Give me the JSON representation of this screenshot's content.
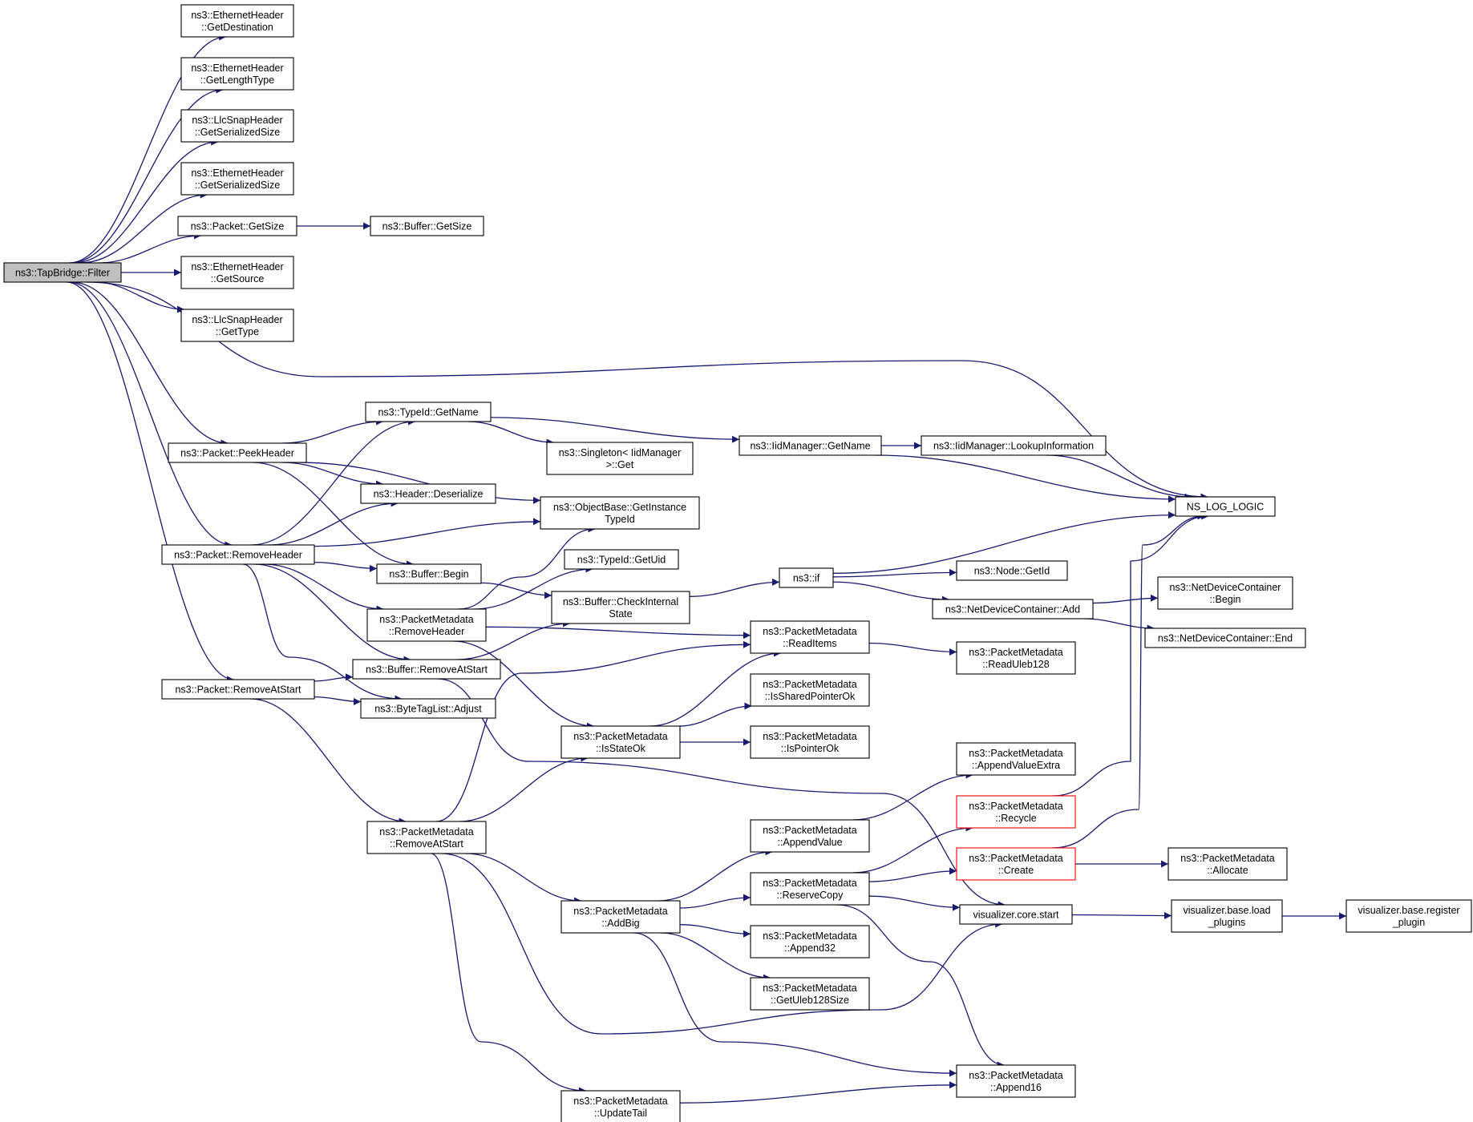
{
  "colors": {
    "edge": "#191970",
    "root_fill": "#bfbfbf",
    "node_border": "#000000",
    "truncated_border": "#ff0000"
  },
  "nodes": [
    {
      "id": "filter",
      "lines": [
        "ns3::TapBridge::Filter"
      ],
      "root": true
    },
    {
      "id": "eth_getdest",
      "lines": [
        "ns3::EthernetHeader",
        "::GetDestination"
      ]
    },
    {
      "id": "eth_getlen",
      "lines": [
        "ns3::EthernetHeader",
        "::GetLengthType"
      ]
    },
    {
      "id": "llc_getser",
      "lines": [
        "ns3::LlcSnapHeader",
        "::GetSerializedSize"
      ]
    },
    {
      "id": "eth_getser",
      "lines": [
        "ns3::EthernetHeader",
        "::GetSerializedSize"
      ]
    },
    {
      "id": "pkt_getsize",
      "lines": [
        "ns3::Packet::GetSize"
      ]
    },
    {
      "id": "buf_getsize",
      "lines": [
        "ns3::Buffer::GetSize"
      ]
    },
    {
      "id": "eth_getsrc",
      "lines": [
        "ns3::EthernetHeader",
        "::GetSource"
      ]
    },
    {
      "id": "llc_gettype",
      "lines": [
        "ns3::LlcSnapHeader",
        "::GetType"
      ]
    },
    {
      "id": "pkt_peek",
      "lines": [
        "ns3::Packet::PeekHeader"
      ]
    },
    {
      "id": "typeid_getname",
      "lines": [
        "ns3::TypeId::GetName"
      ]
    },
    {
      "id": "singleton_get",
      "lines": [
        "ns3::Singleton< IidManager",
        ">::Get"
      ]
    },
    {
      "id": "iid_getname",
      "lines": [
        "ns3::IidManager::GetName"
      ]
    },
    {
      "id": "iid_lookup",
      "lines": [
        "ns3::IidManager::LookupInformation"
      ]
    },
    {
      "id": "hdr_deser",
      "lines": [
        "ns3::Header::Deserialize"
      ]
    },
    {
      "id": "obj_getinst",
      "lines": [
        "ns3::ObjectBase::GetInstance",
        "TypeId"
      ]
    },
    {
      "id": "nslog",
      "lines": [
        "NS_LOG_LOGIC"
      ]
    },
    {
      "id": "pkt_remhdr",
      "lines": [
        "ns3::Packet::RemoveHeader"
      ]
    },
    {
      "id": "buf_begin",
      "lines": [
        "ns3::Buffer::Begin"
      ]
    },
    {
      "id": "typeid_getuid",
      "lines": [
        "ns3::TypeId::GetUid"
      ]
    },
    {
      "id": "ns3_if",
      "lines": [
        "ns3::if"
      ]
    },
    {
      "id": "node_getid",
      "lines": [
        "ns3::Node::GetId"
      ]
    },
    {
      "id": "pm_remhdr",
      "lines": [
        "ns3::PacketMetadata",
        "::RemoveHeader"
      ]
    },
    {
      "id": "buf_checkint",
      "lines": [
        "ns3::Buffer::CheckInternal",
        "State"
      ]
    },
    {
      "id": "ndc_add",
      "lines": [
        "ns3::NetDeviceContainer::Add"
      ]
    },
    {
      "id": "ndc_begin",
      "lines": [
        "ns3::NetDeviceContainer",
        "::Begin"
      ]
    },
    {
      "id": "ndc_end",
      "lines": [
        "ns3::NetDeviceContainer::End"
      ]
    },
    {
      "id": "pm_readitems",
      "lines": [
        "ns3::PacketMetadata",
        "::ReadItems"
      ]
    },
    {
      "id": "pm_readuleb",
      "lines": [
        "ns3::PacketMetadata",
        "::ReadUleb128"
      ]
    },
    {
      "id": "buf_remstart",
      "lines": [
        "ns3::Buffer::RemoveAtStart"
      ]
    },
    {
      "id": "pkt_remstart",
      "lines": [
        "ns3::Packet::RemoveAtStart"
      ]
    },
    {
      "id": "btl_adjust",
      "lines": [
        "ns3::ByteTagList::Adjust"
      ]
    },
    {
      "id": "pm_isshared",
      "lines": [
        "ns3::PacketMetadata",
        "::IsSharedPointerOk"
      ]
    },
    {
      "id": "pm_isstate",
      "lines": [
        "ns3::PacketMetadata",
        "::IsStateOk"
      ]
    },
    {
      "id": "pm_isptr",
      "lines": [
        "ns3::PacketMetadata",
        "::IsPointerOk"
      ]
    },
    {
      "id": "pm_appvalextra",
      "lines": [
        "ns3::PacketMetadata",
        "::AppendValueExtra"
      ]
    },
    {
      "id": "pm_recycle",
      "lines": [
        "ns3::PacketMetadata",
        "::Recycle"
      ],
      "red": true
    },
    {
      "id": "pm_remstart",
      "lines": [
        "ns3::PacketMetadata",
        "::RemoveAtStart"
      ]
    },
    {
      "id": "pm_appval",
      "lines": [
        "ns3::PacketMetadata",
        "::AppendValue"
      ]
    },
    {
      "id": "pm_create",
      "lines": [
        "ns3::PacketMetadata",
        "::Create"
      ],
      "red": true
    },
    {
      "id": "pm_allocate",
      "lines": [
        "ns3::PacketMetadata",
        "::Allocate"
      ]
    },
    {
      "id": "pm_rescopy",
      "lines": [
        "ns3::PacketMetadata",
        "::ReserveCopy"
      ]
    },
    {
      "id": "pm_addbig",
      "lines": [
        "ns3::PacketMetadata",
        "::AddBig"
      ]
    },
    {
      "id": "vis_start",
      "lines": [
        "visualizer.core.start"
      ]
    },
    {
      "id": "vis_load",
      "lines": [
        "visualizer.base.load",
        "_plugins"
      ]
    },
    {
      "id": "vis_register",
      "lines": [
        "visualizer.base.register",
        "_plugin"
      ]
    },
    {
      "id": "pm_app32",
      "lines": [
        "ns3::PacketMetadata",
        "::Append32"
      ]
    },
    {
      "id": "pm_getuleb",
      "lines": [
        "ns3::PacketMetadata",
        "::GetUleb128Size"
      ]
    },
    {
      "id": "pm_app16",
      "lines": [
        "ns3::PacketMetadata",
        "::Append16"
      ]
    },
    {
      "id": "pm_updtail",
      "lines": [
        "ns3::PacketMetadata",
        "::UpdateTail"
      ]
    }
  ],
  "edges": [
    [
      "filter",
      "eth_getdest"
    ],
    [
      "filter",
      "eth_getlen"
    ],
    [
      "filter",
      "llc_getser"
    ],
    [
      "filter",
      "eth_getser"
    ],
    [
      "filter",
      "pkt_getsize"
    ],
    [
      "filter",
      "eth_getsrc"
    ],
    [
      "filter",
      "llc_gettype"
    ],
    [
      "filter",
      "nslog"
    ],
    [
      "filter",
      "pkt_peek"
    ],
    [
      "filter",
      "pkt_remhdr"
    ],
    [
      "filter",
      "pkt_remstart"
    ],
    [
      "pkt_getsize",
      "buf_getsize"
    ],
    [
      "pkt_peek",
      "typeid_getname"
    ],
    [
      "pkt_peek",
      "hdr_deser"
    ],
    [
      "pkt_peek",
      "obj_getinst"
    ],
    [
      "pkt_peek",
      "buf_begin"
    ],
    [
      "typeid_getname",
      "singleton_get"
    ],
    [
      "typeid_getname",
      "iid_getname"
    ],
    [
      "iid_getname",
      "iid_lookup"
    ],
    [
      "iid_getname",
      "nslog"
    ],
    [
      "iid_lookup",
      "nslog"
    ],
    [
      "pkt_remhdr",
      "typeid_getname"
    ],
    [
      "pkt_remhdr",
      "hdr_deser"
    ],
    [
      "pkt_remhdr",
      "obj_getinst"
    ],
    [
      "pkt_remhdr",
      "buf_begin"
    ],
    [
      "pkt_remhdr",
      "pm_remhdr"
    ],
    [
      "pkt_remhdr",
      "buf_remstart"
    ],
    [
      "pkt_remhdr",
      "btl_adjust"
    ],
    [
      "buf_begin",
      "buf_checkint"
    ],
    [
      "pm_remhdr",
      "typeid_getuid"
    ],
    [
      "pm_remhdr",
      "obj_getinst"
    ],
    [
      "pm_remhdr",
      "pm_readitems"
    ],
    [
      "pm_remhdr",
      "pm_isstate"
    ],
    [
      "buf_checkint",
      "ns3_if"
    ],
    [
      "ns3_if",
      "nslog"
    ],
    [
      "ns3_if",
      "node_getid"
    ],
    [
      "ns3_if",
      "ndc_add"
    ],
    [
      "ndc_add",
      "ndc_begin"
    ],
    [
      "ndc_add",
      "ndc_end"
    ],
    [
      "pm_readitems",
      "pm_readuleb"
    ],
    [
      "buf_remstart",
      "buf_checkint"
    ],
    [
      "buf_remstart",
      "vis_start"
    ],
    [
      "pkt_remstart",
      "buf_remstart"
    ],
    [
      "pkt_remstart",
      "btl_adjust"
    ],
    [
      "pkt_remstart",
      "pm_remstart"
    ],
    [
      "pm_isstate",
      "pm_readitems"
    ],
    [
      "pm_isstate",
      "pm_isshared"
    ],
    [
      "pm_isstate",
      "pm_isptr"
    ],
    [
      "pm_remstart",
      "pm_readitems"
    ],
    [
      "pm_remstart",
      "pm_isstate"
    ],
    [
      "pm_remstart",
      "pm_addbig"
    ],
    [
      "pm_remstart",
      "vis_start"
    ],
    [
      "pm_remstart",
      "pm_updtail"
    ],
    [
      "pm_appval",
      "pm_appvalextra"
    ],
    [
      "pm_rescopy",
      "pm_recycle"
    ],
    [
      "pm_rescopy",
      "pm_create"
    ],
    [
      "pm_rescopy",
      "vis_start"
    ],
    [
      "pm_rescopy",
      "pm_app16"
    ],
    [
      "pm_recycle",
      "nslog"
    ],
    [
      "pm_create",
      "nslog"
    ],
    [
      "pm_create",
      "pm_allocate"
    ],
    [
      "pm_addbig",
      "pm_appval"
    ],
    [
      "pm_addbig",
      "pm_rescopy"
    ],
    [
      "pm_addbig",
      "pm_app32"
    ],
    [
      "pm_addbig",
      "pm_getuleb"
    ],
    [
      "pm_addbig",
      "pm_app16"
    ],
    [
      "vis_start",
      "vis_load"
    ],
    [
      "vis_load",
      "vis_register"
    ],
    [
      "pm_updtail",
      "pm_app16"
    ]
  ]
}
